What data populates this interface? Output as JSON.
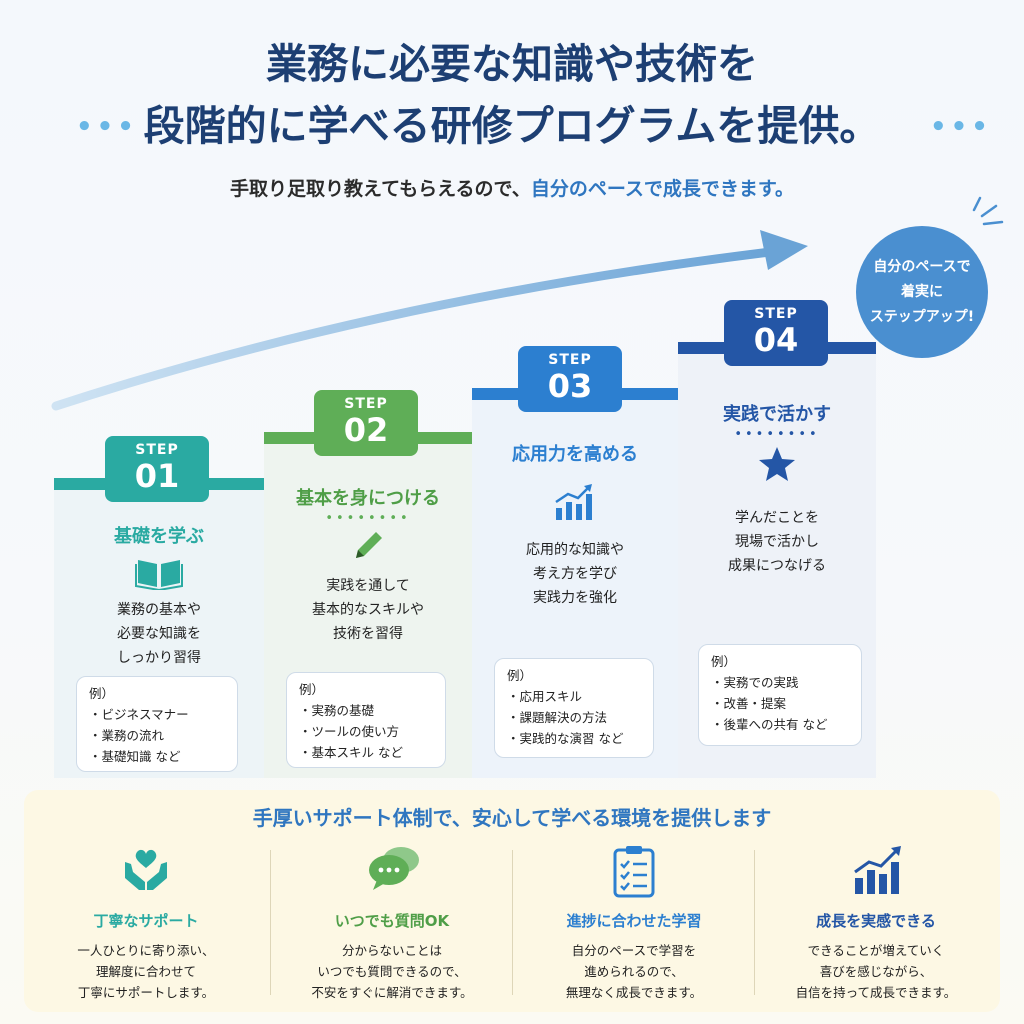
{
  "header": {
    "title_line1": "業務に必要な知識や技術を",
    "title_line2": "段階的に学べる研修プログラムを提供。",
    "dots": "•••",
    "subtitle_plain": "手取り足取り教えてもらえるので、",
    "subtitle_highlight": "自分のペースで成長できます。"
  },
  "bubble": {
    "line1": "自分のペースで",
    "line2": "着実に",
    "line3": "ステップアップ!"
  },
  "steps": [
    {
      "label": "STEP",
      "number": "01",
      "heading": "基礎を学ぶ",
      "color": "#2aaaa2",
      "icon": "book-icon",
      "desc": [
        "業務の基本や",
        "必要な知識を",
        "しっかり習得"
      ],
      "example_title": "例）",
      "examples": [
        "・ビジネスマナー",
        "・業務の流れ",
        "・基礎知識 など"
      ]
    },
    {
      "label": "STEP",
      "number": "02",
      "heading": "基本を身につける",
      "color": "#5fae57",
      "icon": "pencil-icon",
      "desc": [
        "実践を通して",
        "基本的なスキルや",
        "技術を習得"
      ],
      "example_title": "例）",
      "examples": [
        "・実務の基礎",
        "・ツールの使い方",
        "・基本スキル など"
      ]
    },
    {
      "label": "STEP",
      "number": "03",
      "heading": "応用力を高める",
      "color": "#2c7fd0",
      "icon": "growth-chart-icon",
      "desc": [
        "応用的な知識や",
        "考え方を学び",
        "実践力を強化"
      ],
      "example_title": "例）",
      "examples": [
        "・応用スキル",
        "・課題解決の方法",
        "・実践的な演習 など"
      ]
    },
    {
      "label": "STEP",
      "number": "04",
      "heading": "実践で活かす",
      "color": "#2456a6",
      "icon": "star-icon",
      "desc": [
        "学んだことを",
        "現場で活かし",
        "成果につなげる"
      ],
      "example_title": "例）",
      "examples": [
        "・実務での実践",
        "・改善・提案",
        "・後輩への共有 など"
      ]
    }
  ],
  "support": {
    "title": "手厚いサポート体制で、安心して学べる環境を提供します",
    "features": [
      {
        "icon": "heart-hands-icon",
        "title": "丁寧なサポート",
        "color": "#2aaaa2",
        "desc": [
          "一人ひとりに寄り添い、",
          "理解度に合わせて",
          "丁寧にサポートします。"
        ]
      },
      {
        "icon": "chat-bubbles-icon",
        "title": "いつでも質問OK",
        "color": "#5fae57",
        "desc": [
          "分からないことは",
          "いつでも質問できるので、",
          "不安をすぐに解消できます。"
        ]
      },
      {
        "icon": "checklist-icon",
        "title": "進捗に合わせた学習",
        "color": "#2c7fd0",
        "desc": [
          "自分のペースで学習を",
          "進められるので、",
          "無理なく成長できます。"
        ]
      },
      {
        "icon": "growth-chart-icon",
        "title": "成長を実感できる",
        "color": "#2456a6",
        "desc": [
          "できることが増えていく",
          "喜びを感じながら、",
          "自信を持って成長できます。"
        ]
      }
    ]
  }
}
